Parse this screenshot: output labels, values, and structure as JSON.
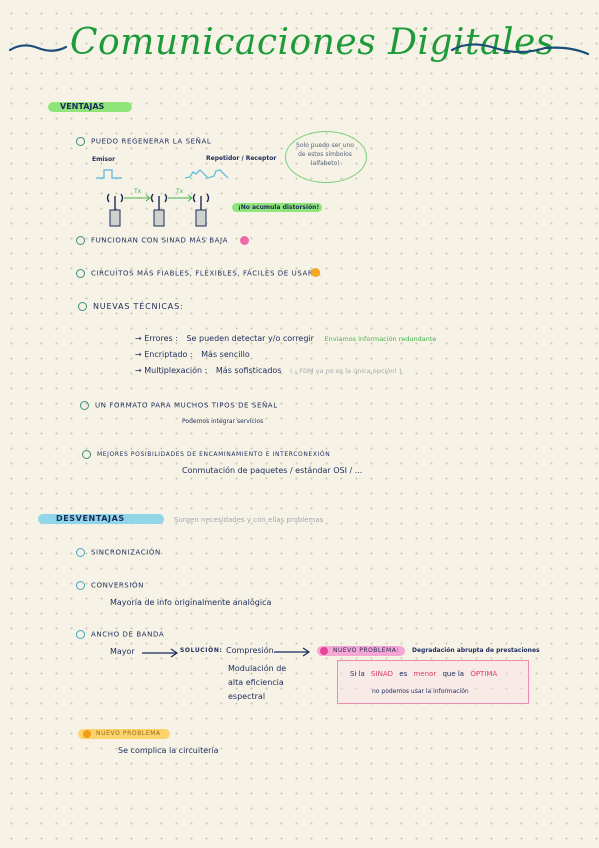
{
  "title": "Comunicaciones Digitales",
  "ventajas": {
    "heading": "VENTAJAS",
    "items": [
      {
        "text": "PUEDO REGENERAR LA SEÑAL"
      },
      {
        "text": "FUNCIONAN CON SINAD MÁS BAJA"
      },
      {
        "text": "CIRCUITOS MÁS FIABLES, FLEXIBLES, FÁCILES DE USAR..."
      },
      {
        "text": "NUEVAS TÉCNICAS:"
      },
      {
        "text": "UN FORMATO PARA MUCHOS TIPOS DE SEÑAL"
      },
      {
        "text": "MEJORES POSIBILIDADES DE ENCAMINAMIENTO E INTERCONEXIÓN"
      }
    ],
    "emisor": "Emisor",
    "repetidor": "Repetidor / Receptor",
    "tx1": "Tx",
    "tx2": "Tx",
    "bubble_note": "Solo puedo ser uno de estos símbolos (alfabeto)",
    "no_acumula": "¡No acumula distorsión!",
    "tecnicas": [
      {
        "label": "→ Errores :",
        "desc": "Se pueden detectar y/o corregir",
        "note": "Enviamos información redundante"
      },
      {
        "label": "→ Encriptado :",
        "desc": "Más sencillo",
        "note": ""
      },
      {
        "label": "→ Multiplexación :",
        "desc": "Más sofisticados",
        "note": "( ¡ FDM ya no es la única opción! )"
      }
    ],
    "integrar": "Podemos integrar servicios",
    "conmutacion": "Conmutación de paquetes / estándar OSI / ..."
  },
  "desventajas": {
    "heading": "DESVENTAJAS",
    "side_note": "Surgen necesidades y con ellas problemas",
    "items": [
      {
        "text": "SINCRONIZACIÓN"
      },
      {
        "text": "CONVERSIÓN"
      },
      {
        "text": "ANCHO DE BANDA"
      }
    ],
    "conversion_note": "Mayoría de info originalmente analógica",
    "mayor": "Mayor",
    "solucion": "SOLUCIÓN:",
    "compresion": "Compresión",
    "nuevo_problema": "NUEVO PROBLEMA:",
    "degradacion": "Degradación abrupta de prestaciones",
    "box_line1_a": "Si la",
    "box_line1_sinad": "SINAD",
    "box_line1_b": "es",
    "box_line1_menor": "menor",
    "box_line1_c": "que la",
    "box_line1_optima": "ÓPTIMA",
    "box_line2": "no podemos usar la información",
    "modulacion": [
      "Modulación de",
      "alta eficiencia",
      "espectral"
    ],
    "nuevo_problema2": "NUEVO PROBLEMA",
    "complica": "Se complica la circuitería"
  },
  "colors": {
    "title": "#1f9a3a",
    "ink": "#1d2a5c",
    "highlight_green": "#8fe57a",
    "highlight_blue": "#8fd6e9",
    "highlight_yellow": "#fbd36b",
    "highlight_pink": "#f6a6d2"
  }
}
